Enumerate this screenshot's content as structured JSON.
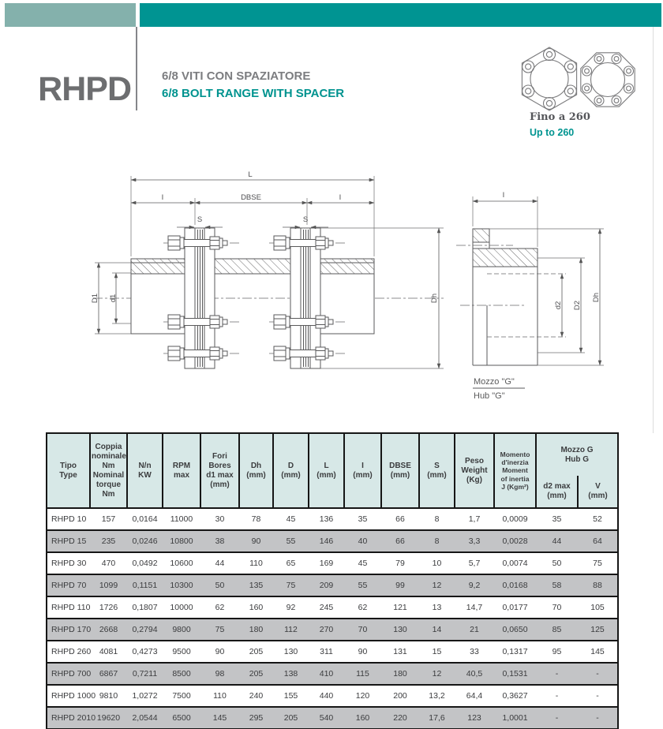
{
  "header": {
    "model": "RHPD",
    "subtitle_it": "6/8 VITI CON SPAZIATORE",
    "subtitle_en": "6/8 BOLT RANGE WITH SPACER",
    "range_it": "Fino a 260",
    "range_en": "Up to 260"
  },
  "icons": {
    "six_bolt_flange": "hexagonal-flange-6-bolts",
    "eight_bolt_flange": "octagonal-flange-8-bolts"
  },
  "colors": {
    "bar_left": "#84b1ac",
    "bar_right": "#009492",
    "accent_teal": "#00938f",
    "title_gray": "#6d6e70",
    "table_header_bg": "#d7e8e7",
    "row_alt_gray": "#c3c4c6"
  },
  "drawing": {
    "dim_L": "L",
    "dim_DBSE": "DBSE",
    "dim_I_left": "I",
    "dim_I_right": "I",
    "dim_S_left": "S",
    "dim_S_right": "S",
    "dim_D1": "D1",
    "dim_d1": "d1",
    "dim_Dh": "Dh",
    "detail_dim_I": "I",
    "detail_dim_d2": "d2",
    "detail_dim_D2": "D2",
    "detail_dim_Dh": "Dh",
    "hub_it": "Mozzo \"G\"",
    "hub_en": "Hub    \"G\""
  },
  "table": {
    "columns": [
      "Tipo\nType",
      "Coppia\nnominale\nNm\nNominal\ntorque\nNm",
      "N/n\nKW",
      "RPM\nmax",
      "Fori\nBores\nd1 max\n(mm)",
      "Dh\n(mm)",
      "D\n(mm)",
      "L\n(mm)",
      "I\n(mm)",
      "DBSE\n(mm)",
      "S\n(mm)",
      "Peso\nWeight\n(Kg)",
      "Momento\nd'inerzia\nMoment\nof inertia\nJ (Kgm²)",
      "Mozzo G\nHub  G",
      "d2 max\n(mm)",
      "V\n(mm)"
    ],
    "rows": [
      [
        "RHPD 10",
        "157",
        "0,0164",
        "11000",
        "30",
        "78",
        "45",
        "136",
        "35",
        "66",
        "8",
        "1,7",
        "0,0009",
        "35",
        "52"
      ],
      [
        "RHPD 15",
        "235",
        "0,0246",
        "10800",
        "38",
        "90",
        "55",
        "146",
        "40",
        "66",
        "8",
        "3,3",
        "0,0028",
        "44",
        "64"
      ],
      [
        "RHPD 30",
        "470",
        "0,0492",
        "10600",
        "44",
        "110",
        "65",
        "169",
        "45",
        "79",
        "10",
        "5,7",
        "0,0074",
        "50",
        "75"
      ],
      [
        "RHPD 70",
        "1099",
        "0,1151",
        "10300",
        "50",
        "135",
        "75",
        "209",
        "55",
        "99",
        "12",
        "9,2",
        "0,0168",
        "58",
        "88"
      ],
      [
        "RHPD 110",
        "1726",
        "0,1807",
        "10000",
        "62",
        "160",
        "92",
        "245",
        "62",
        "121",
        "13",
        "14,7",
        "0,0177",
        "70",
        "105"
      ],
      [
        "RHPD 170",
        "2668",
        "0,2794",
        "9800",
        "75",
        "180",
        "112",
        "270",
        "70",
        "130",
        "14",
        "21",
        "0,0650",
        "85",
        "125"
      ],
      [
        "RHPD 260",
        "4081",
        "0,4273",
        "9500",
        "90",
        "205",
        "130",
        "311",
        "90",
        "131",
        "15",
        "33",
        "0,1317",
        "95",
        "145"
      ],
      [
        "RHPD 700",
        "6867",
        "0,7211",
        "8500",
        "98",
        "205",
        "138",
        "410",
        "115",
        "180",
        "12",
        "40,5",
        "0,1531",
        "-",
        "-"
      ],
      [
        "RHPD 1000",
        "9810",
        "1,0272",
        "7500",
        "110",
        "240",
        "155",
        "440",
        "120",
        "200",
        "13,2",
        "64,4",
        "0,3627",
        "-",
        "-"
      ],
      [
        "RHPD 2010",
        "19620",
        "2,0544",
        "6500",
        "145",
        "295",
        "205",
        "540",
        "160",
        "220",
        "17,6",
        "123",
        "1,0001",
        "-",
        "-"
      ]
    ]
  }
}
